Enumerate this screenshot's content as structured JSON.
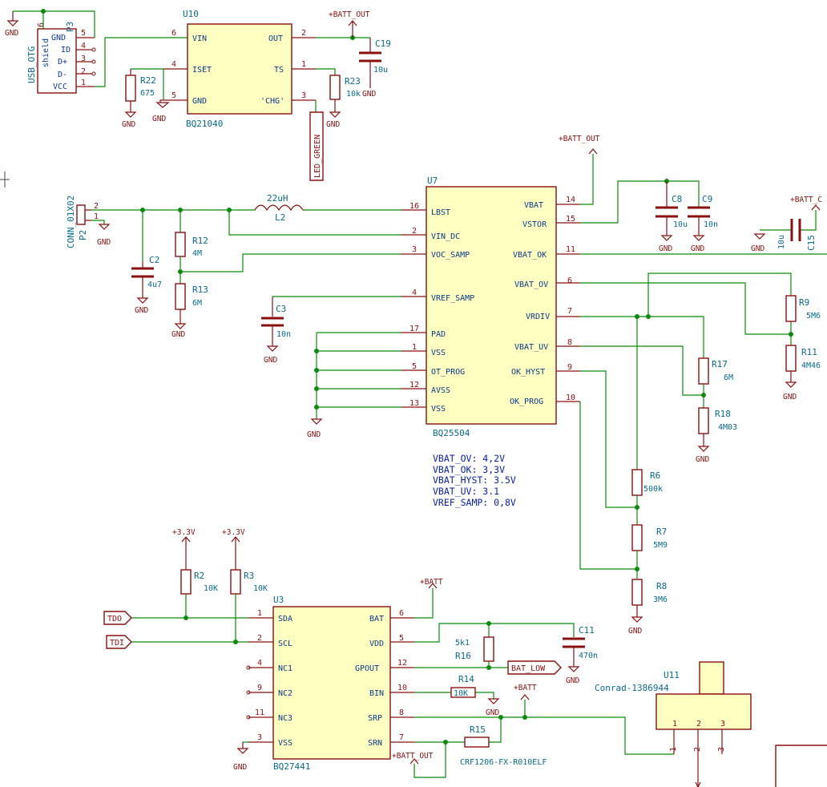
{
  "schematic": {
    "notes": [
      "VBAT_OV: 4,2V",
      "VBAT_OK: 3,3V",
      "VBAT_HYST: 3.5V",
      "VBAT_UV: 3.1",
      "VREF_SAMP: 0,8V"
    ],
    "power": {
      "gnd": "GND",
      "batt_out": "+BATT_OUT",
      "batt": "+BATT",
      "v33": "+3.3V",
      "batt_cut": "+BATT_C"
    },
    "labels": {
      "tdo": "TDO",
      "tdi": "TDI",
      "bat_low": "BAT_LOW",
      "led_green": "LED_GREEN"
    },
    "connectors": {
      "p3": {
        "ref": "P3",
        "value": "USB_OTG",
        "shield": "shield",
        "pins": [
          "GND",
          "ID",
          "D+",
          "D-",
          "VCC"
        ],
        "numbers": [
          "5",
          "4",
          "3",
          "2",
          "1"
        ],
        "shield_num": "6"
      },
      "p2": {
        "ref": "P2",
        "value": "CONN_01X02",
        "numbers": [
          "2",
          "1"
        ]
      }
    },
    "u10": {
      "ref": "U10",
      "value": "BQ21040",
      "left": [
        {
          "name": "VIN",
          "num": "6"
        },
        {
          "name": "ISET",
          "num": "4"
        },
        {
          "name": "GND",
          "num": "5"
        }
      ],
      "right": [
        {
          "name": "OUT",
          "num": "2"
        },
        {
          "name": "TS",
          "num": "1"
        },
        {
          "name": "'CHG'",
          "num": "3"
        }
      ]
    },
    "u7": {
      "ref": "U7",
      "value": "BQ25504",
      "left": [
        {
          "name": "LBST",
          "num": "16"
        },
        {
          "name": "VIN_DC",
          "num": "2"
        },
        {
          "name": "VOC_SAMP",
          "num": "3"
        },
        {
          "name": "VREF_SAMP",
          "num": "4"
        },
        {
          "name": "PAD",
          "num": "17"
        },
        {
          "name": "VSS",
          "num": "1"
        },
        {
          "name": "OT_PROG",
          "num": "5"
        },
        {
          "name": "AVSS",
          "num": "12"
        },
        {
          "name": "VSS",
          "num": "13"
        }
      ],
      "right": [
        {
          "name": "VBAT",
          "num": "14"
        },
        {
          "name": "VSTOR",
          "num": "15"
        },
        {
          "name": "VBAT_OK",
          "num": "11"
        },
        {
          "name": "VBAT_OV",
          "num": "6"
        },
        {
          "name": "VRDIV",
          "num": "7"
        },
        {
          "name": "VBAT_UV",
          "num": "8"
        },
        {
          "name": "OK_HYST",
          "num": "9"
        },
        {
          "name": "OK_PROG",
          "num": "10"
        }
      ]
    },
    "u3": {
      "ref": "U3",
      "value": "BQ27441",
      "left": [
        {
          "name": "SDA",
          "num": "1"
        },
        {
          "name": "SCL",
          "num": "2"
        },
        {
          "name": "NC1",
          "num": "4"
        },
        {
          "name": "NC2",
          "num": "9"
        },
        {
          "name": "NC3",
          "num": "11"
        },
        {
          "name": "VSS",
          "num": "3"
        }
      ],
      "right": [
        {
          "name": "BAT",
          "num": "6"
        },
        {
          "name": "VDD",
          "num": "5"
        },
        {
          "name": "GPOUT",
          "num": "12"
        },
        {
          "name": "BIN",
          "num": "10"
        },
        {
          "name": "SRP",
          "num": "8"
        },
        {
          "name": "SRN",
          "num": "7"
        }
      ]
    },
    "u11": {
      "ref": "U11",
      "value": "Conrad-1386944",
      "pins": [
        "1",
        "2",
        "3"
      ]
    },
    "inductor": {
      "ref": "L2",
      "value": "22uH"
    },
    "resistors": {
      "r22": {
        "ref": "R22",
        "value": "675"
      },
      "r23": {
        "ref": "R23",
        "value": "10k"
      },
      "r12": {
        "ref": "R12",
        "value": "4M"
      },
      "r13": {
        "ref": "R13",
        "value": "6M"
      },
      "r9": {
        "ref": "R9",
        "value": "5M6"
      },
      "r11": {
        "ref": "R11",
        "value": "4M46"
      },
      "r17": {
        "ref": "R17",
        "value": "6M"
      },
      "r18": {
        "ref": "R18",
        "value": "4M03"
      },
      "r6": {
        "ref": "R6",
        "value": "500k"
      },
      "r7": {
        "ref": "R7",
        "value": "5M9"
      },
      "r8": {
        "ref": "R8",
        "value": "3M6"
      },
      "r2": {
        "ref": "R2",
        "value": "10K"
      },
      "r3": {
        "ref": "R3",
        "value": "10K"
      },
      "r16": {
        "ref": "R16",
        "value": "5k1"
      },
      "r14": {
        "ref": "R14",
        "value": "10K"
      },
      "r15": {
        "ref": "R15",
        "value": "CRF1206-FX-R010ELF"
      }
    },
    "capacitors": {
      "c19": {
        "ref": "C19",
        "value": "10u"
      },
      "c2": {
        "ref": "C2",
        "value": "4u7"
      },
      "c3": {
        "ref": "C3",
        "value": "10n"
      },
      "c8": {
        "ref": "C8",
        "value": "10u"
      },
      "c9": {
        "ref": "C9",
        "value": "10n"
      },
      "c15": {
        "ref": "C15",
        "value": "10u"
      },
      "c11": {
        "ref": "C11",
        "value": "470n"
      }
    }
  }
}
